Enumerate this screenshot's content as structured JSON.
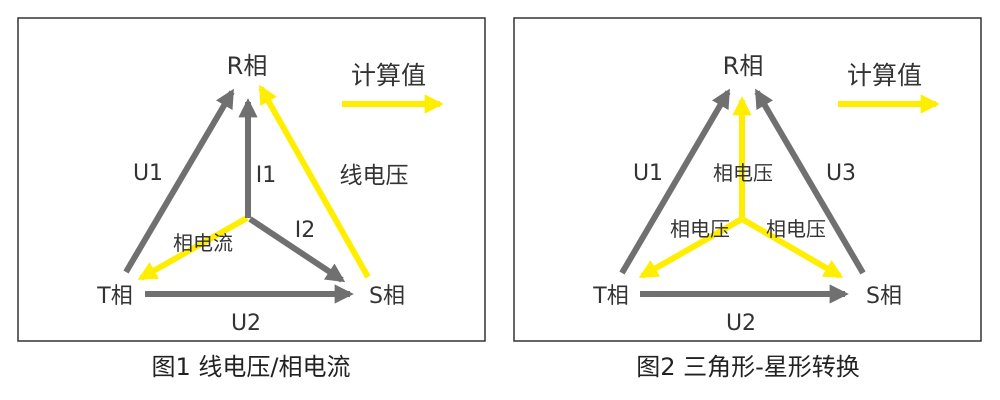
{
  "colors": {
    "gray": "#707070",
    "yellow": "#ffee00",
    "frame": "#333333",
    "text": "#333333"
  },
  "figure1": {
    "caption": "图1 线电压/相电流",
    "legend_label": "计算值",
    "vertex_r": "R相",
    "vertex_s": "S相",
    "vertex_t": "T相",
    "label_u1": "U1",
    "label_u2": "U2",
    "label_i1": "I1",
    "label_i2": "I2",
    "label_line_voltage": "线电压",
    "label_phase_current": "相电流"
  },
  "figure2": {
    "caption": "图2 三角形-星形转换",
    "legend_label": "计算值",
    "vertex_r": "R相",
    "vertex_s": "S相",
    "vertex_t": "T相",
    "label_u1": "U1",
    "label_u2": "U2",
    "label_u3": "U3",
    "label_phase_voltage_top": "相电压",
    "label_phase_voltage_left": "相电压",
    "label_phase_voltage_right": "相电压"
  }
}
